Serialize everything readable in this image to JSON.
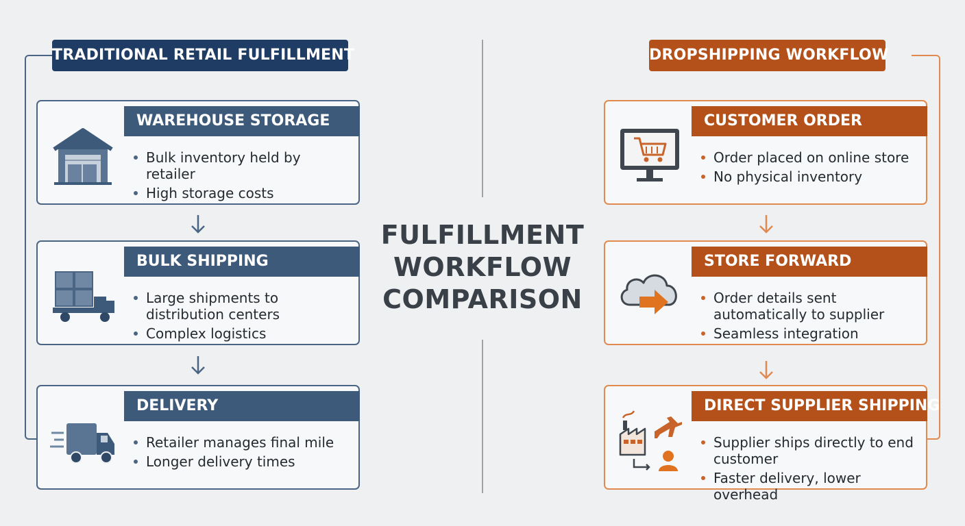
{
  "center_title": [
    "FULFILLMENT",
    "WORKFLOW",
    "COMPARISON"
  ],
  "left": {
    "title": "TRADITIONAL RETAIL FULFILLMENT",
    "color": "#1f3d64",
    "steps": [
      {
        "title": "WAREHOUSE STORAGE",
        "bullets": [
          "Bulk inventory held by retailer",
          "High storage costs"
        ],
        "icon": "warehouse-icon"
      },
      {
        "title": "BULK SHIPPING",
        "bullets": [
          "Large shipments to distribution centers",
          "Complex logistics"
        ],
        "icon": "pallet-truck-icon"
      },
      {
        "title": "DELIVERY",
        "bullets": [
          "Retailer manages final mile",
          "Longer delivery times"
        ],
        "icon": "delivery-truck-icon"
      }
    ]
  },
  "right": {
    "title": "DROPSHIPPING WORKFLOW",
    "color": "#b4511a",
    "steps": [
      {
        "title": "CUSTOMER ORDER",
        "bullets": [
          "Order placed on online store",
          "No physical inventory"
        ],
        "icon": "monitor-cart-icon"
      },
      {
        "title": "STORE FORWARD",
        "bullets": [
          "Order details sent automatically to supplier",
          "Seamless integration"
        ],
        "icon": "cloud-forward-icon"
      },
      {
        "title": "DIRECT SUPPLIER SHIPPING",
        "bullets": [
          "Supplier ships directly to end customer",
          "Faster delivery, lower overhead"
        ],
        "icon": "factory-plane-customer-icon"
      }
    ]
  }
}
